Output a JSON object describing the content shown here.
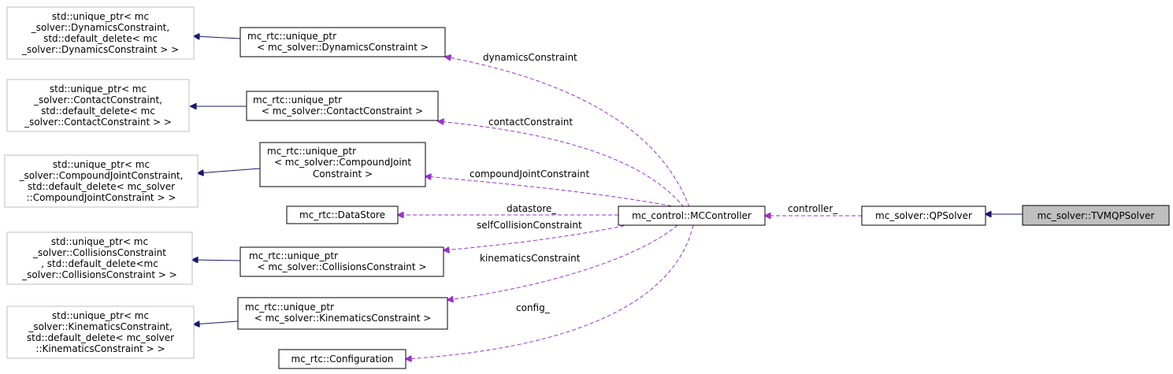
{
  "nodes": {
    "unique_ptr_dynamics": [
      "std::unique_ptr< mc",
      "_solver::DynamicsConstraint,",
      " std::default_delete< mc",
      "_solver::DynamicsConstraint > >"
    ],
    "mc_rtc_dynamics": [
      "mc_rtc::unique_ptr",
      "< mc_solver::DynamicsConstraint >"
    ],
    "unique_ptr_contact": [
      "std::unique_ptr< mc",
      "_solver::ContactConstraint,",
      " std::default_delete< mc",
      "_solver::ContactConstraint > >"
    ],
    "mc_rtc_contact": [
      "mc_rtc::unique_ptr",
      "< mc_solver::ContactConstraint >"
    ],
    "unique_ptr_compound": [
      "std::unique_ptr< mc",
      "_solver::CompoundJointConstraint,",
      " std::default_delete< mc_solver",
      "::CompoundJointConstraint > >"
    ],
    "mc_rtc_compound": [
      "mc_rtc::unique_ptr",
      "< mc_solver::CompoundJoint",
      "Constraint >"
    ],
    "datastore": [
      "mc_rtc::DataStore"
    ],
    "mccontroller": [
      "mc_control::MCController"
    ],
    "qpsolver": [
      "mc_solver::QPSolver"
    ],
    "tvmqpsolver": [
      "mc_solver::TVMQPSolver"
    ],
    "unique_ptr_collisions": [
      "std::unique_ptr< mc",
      "_solver::CollisionsConstraint",
      ", std::default_delete<mc",
      "_solver::CollisionsConstraint > >"
    ],
    "mc_rtc_collisions": [
      "mc_rtc::unique_ptr",
      "< mc_solver::CollisionsConstraint >"
    ],
    "unique_ptr_kinematics": [
      "std::unique_ptr< mc",
      "_solver::KinematicsConstraint,",
      " std::default_delete< mc_solver",
      "::KinematicsConstraint > >"
    ],
    "mc_rtc_kinematics": [
      "mc_rtc::unique_ptr",
      "< mc_solver::KinematicsConstraint >"
    ],
    "configuration": [
      "mc_rtc::Configuration"
    ]
  },
  "edge_labels": {
    "dynamics": "dynamicsConstraint",
    "contact": "contactConstraint",
    "compound": "compoundJointConstraint",
    "datastore": "datastore_",
    "collisions": "selfCollisionConstraint",
    "kinematics": "kinematicsConstraint",
    "config": "config_",
    "controller": "controller_"
  },
  "colors": {
    "inheritance_edge": "#191970",
    "usage_edge": "#9a32cd",
    "node_border": "#000000",
    "external_node_border": "#bfbfbf",
    "highlight_fill": "#bfbfbf"
  }
}
